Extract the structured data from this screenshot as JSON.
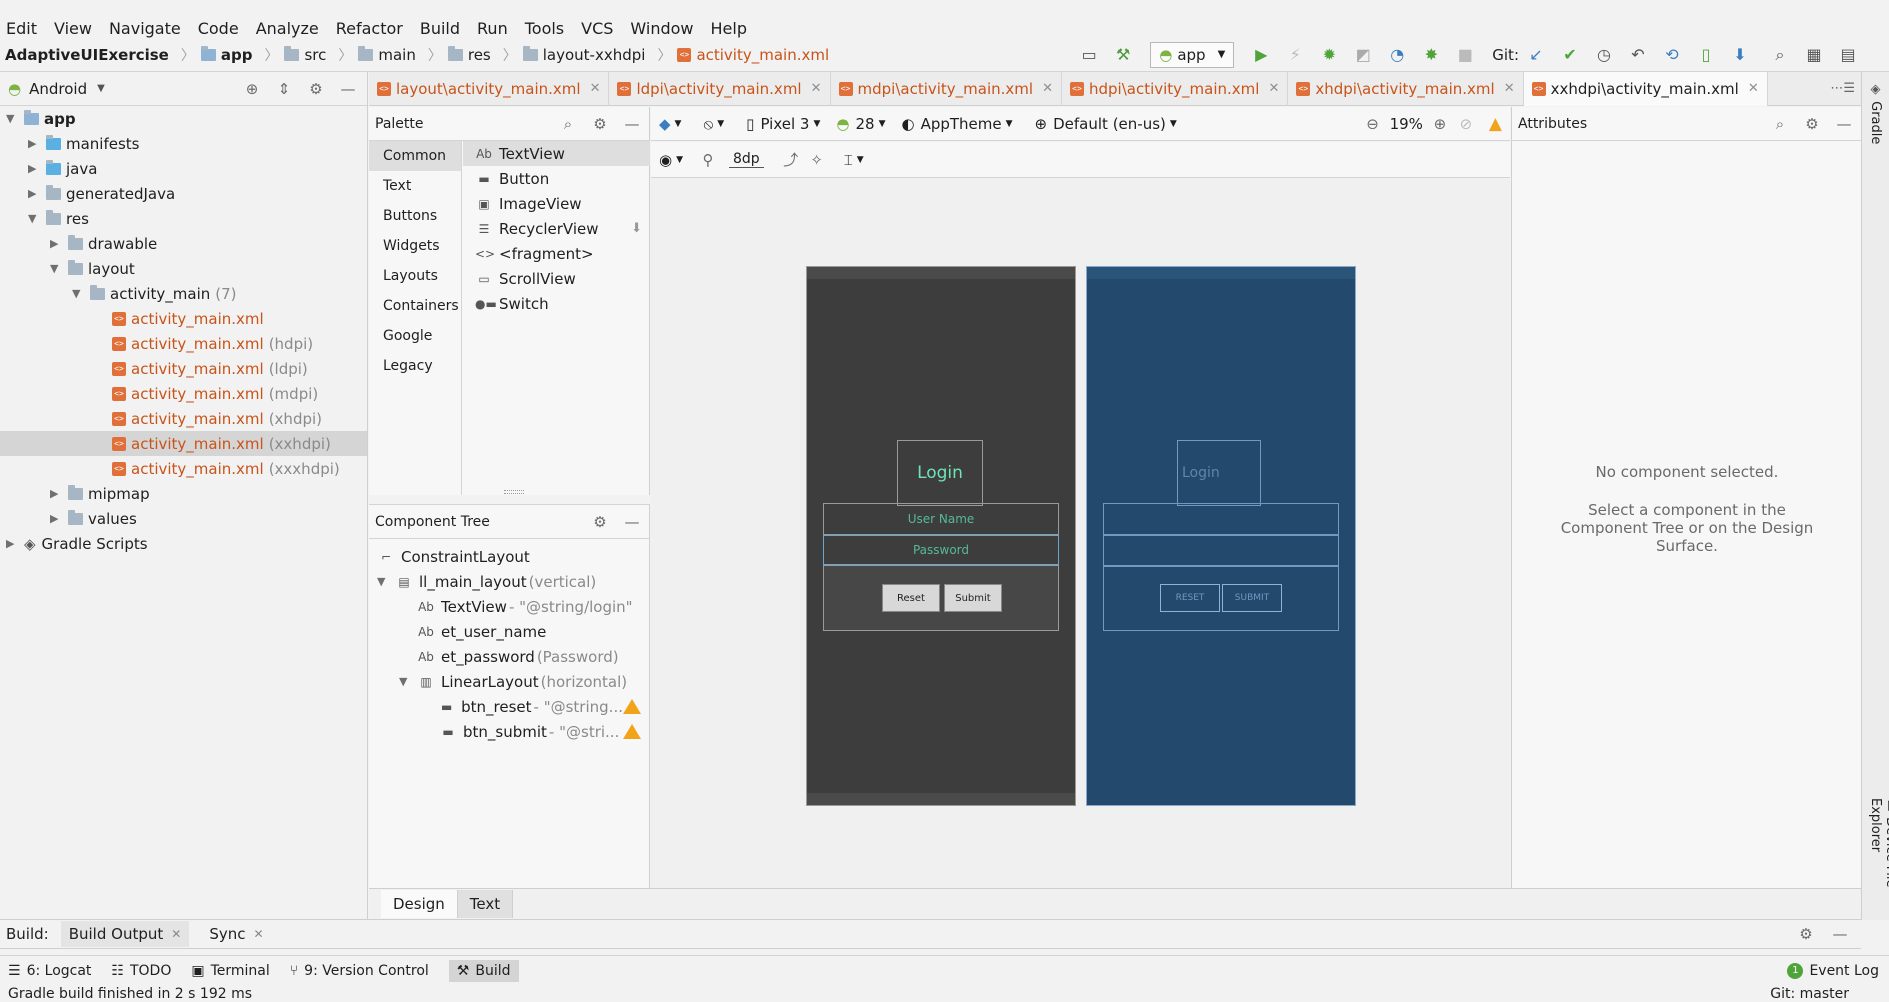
{
  "menu": [
    "Edit",
    "View",
    "Navigate",
    "Code",
    "Analyze",
    "Refactor",
    "Build",
    "Run",
    "Tools",
    "VCS",
    "Window",
    "Help"
  ],
  "breadcrumbs": [
    "AdaptiveUIExercise",
    "app",
    "src",
    "main",
    "res",
    "layout-xxhdpi",
    "activity_main.xml"
  ],
  "run_config": "app",
  "git_label": "Git:",
  "project_view": "Android",
  "tree": [
    {
      "label": "app",
      "level": 0,
      "expanded": true,
      "bold": true
    },
    {
      "label": "manifests",
      "level": 1,
      "expanded": false
    },
    {
      "label": "java",
      "level": 1,
      "expanded": false
    },
    {
      "label": "generatedJava",
      "level": 1,
      "expanded": false
    },
    {
      "label": "res",
      "level": 1,
      "expanded": true
    },
    {
      "label": "drawable",
      "level": 2,
      "expanded": false
    },
    {
      "label": "layout",
      "level": 2,
      "expanded": true
    },
    {
      "label": "activity_main",
      "suffix": "(7)",
      "level": 3,
      "expanded": true
    },
    {
      "label": "activity_main.xml",
      "suffix": "",
      "level": 4,
      "file": true
    },
    {
      "label": "activity_main.xml",
      "suffix": "(hdpi)",
      "level": 4,
      "file": true
    },
    {
      "label": "activity_main.xml",
      "suffix": "(ldpi)",
      "level": 4,
      "file": true
    },
    {
      "label": "activity_main.xml",
      "suffix": "(mdpi)",
      "level": 4,
      "file": true
    },
    {
      "label": "activity_main.xml",
      "suffix": "(xhdpi)",
      "level": 4,
      "file": true
    },
    {
      "label": "activity_main.xml",
      "suffix": "(xxhdpi)",
      "level": 4,
      "file": true,
      "selected": true
    },
    {
      "label": "activity_main.xml",
      "suffix": "(xxxhdpi)",
      "level": 4,
      "file": true
    },
    {
      "label": "mipmap",
      "level": 2,
      "expanded": false
    },
    {
      "label": "values",
      "level": 2,
      "expanded": false
    },
    {
      "label": "Gradle Scripts",
      "level": 0,
      "expanded": false
    }
  ],
  "tabs": [
    "layout\\activity_main.xml",
    "ldpi\\activity_main.xml",
    "mdpi\\activity_main.xml",
    "hdpi\\activity_main.xml",
    "xhdpi\\activity_main.xml",
    "xxhdpi\\activity_main.xml"
  ],
  "active_tab": 5,
  "palette": {
    "title": "Palette",
    "categories": [
      "Common",
      "Text",
      "Buttons",
      "Widgets",
      "Layouts",
      "Containers",
      "Google",
      "Legacy"
    ],
    "items": [
      {
        "icon": "Ab",
        "label": "TextView"
      },
      {
        "icon": "▬",
        "label": "Button"
      },
      {
        "icon": "▣",
        "label": "ImageView"
      },
      {
        "icon": "☰",
        "label": "RecyclerView"
      },
      {
        "icon": "<>",
        "label": "<fragment>"
      },
      {
        "icon": "▭",
        "label": "ScrollView"
      },
      {
        "icon": "●▬",
        "label": "Switch"
      }
    ]
  },
  "component_tree": {
    "title": "Component Tree",
    "rows": [
      {
        "label": "ConstraintLayout",
        "detail": "",
        "level": 0
      },
      {
        "label": "ll_main_layout",
        "detail": "(vertical)",
        "level": 0,
        "expanded": true
      },
      {
        "label": "TextView",
        "detail": "- \"@string/login\"",
        "level": 1,
        "icon": "Ab"
      },
      {
        "label": "et_user_name",
        "detail": "",
        "level": 1,
        "icon": "Ab"
      },
      {
        "label": "et_password",
        "detail": "(Password)",
        "level": 1,
        "icon": "Ab"
      },
      {
        "label": "LinearLayout",
        "detail": "(horizontal)",
        "level": 1,
        "expanded": true
      },
      {
        "label": "btn_reset",
        "detail": "- \"@string...",
        "level": 2,
        "warn": true
      },
      {
        "label": "btn_submit",
        "detail": "- \"@stri...",
        "level": 2,
        "warn": true
      }
    ]
  },
  "design_toolbar": {
    "device": "Pixel 3",
    "api": "28",
    "theme": "AppTheme",
    "locale": "Default (en-us)",
    "zoom": "19%",
    "margin": "8dp"
  },
  "preview": {
    "login": "Login",
    "user_name_hint": "User Name",
    "password_hint": "Password",
    "reset": "Reset",
    "submit": "Submit",
    "reset_blue": "RESET",
    "submit_blue": "SUBMIT"
  },
  "attributes": {
    "title": "Attributes",
    "empty_title": "No component selected.",
    "empty_hint": "Select a component in the Component Tree or on the Design Surface."
  },
  "right_edge": {
    "gradle": "Gradle",
    "device_explorer": "Device File Explorer"
  },
  "editor_mode_tabs": [
    "Design",
    "Text"
  ],
  "build_bar": {
    "label": "Build:",
    "tabs": [
      "Build Output",
      "Sync"
    ]
  },
  "tool_windows": [
    "6: Logcat",
    "TODO",
    "Terminal",
    "9: Version Control",
    "Build"
  ],
  "event_log": "Event Log",
  "status": {
    "message": "Gradle build finished in 2 s 192 ms",
    "git": "Git: master"
  },
  "colors": {
    "accent_orange": "#c8541a",
    "preview_dark": "#3d3d3d",
    "preview_blue": "#23496c",
    "login_green": "#6fe3b8",
    "warning": "#f2a31a"
  }
}
